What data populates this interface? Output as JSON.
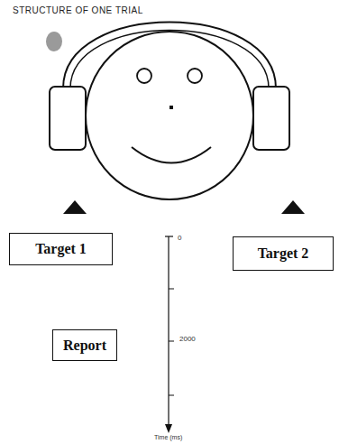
{
  "diagram": {
    "title": "STRUCTURE OF ONE TRIAL",
    "nodes": [
      {
        "text": [
          "Target 1"
        ]
      },
      {
        "text": [
          "Target 2"
        ]
      },
      {
        "text": [
          "Report"
        ]
      }
    ],
    "labels": [
      "0",
      "2000",
      "Time (ms)"
    ]
  }
}
